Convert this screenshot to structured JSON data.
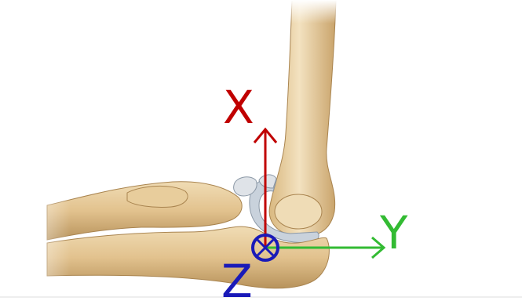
{
  "axes": {
    "x": {
      "label": "X",
      "color": "#c00000"
    },
    "y": {
      "label": "Y",
      "color": "#33bb33"
    },
    "z": {
      "label": "Z",
      "color": "#1a1ab8"
    }
  },
  "illustration": {
    "subject": "elbow-joint-bones",
    "bone_color": "#e8cfa0"
  }
}
